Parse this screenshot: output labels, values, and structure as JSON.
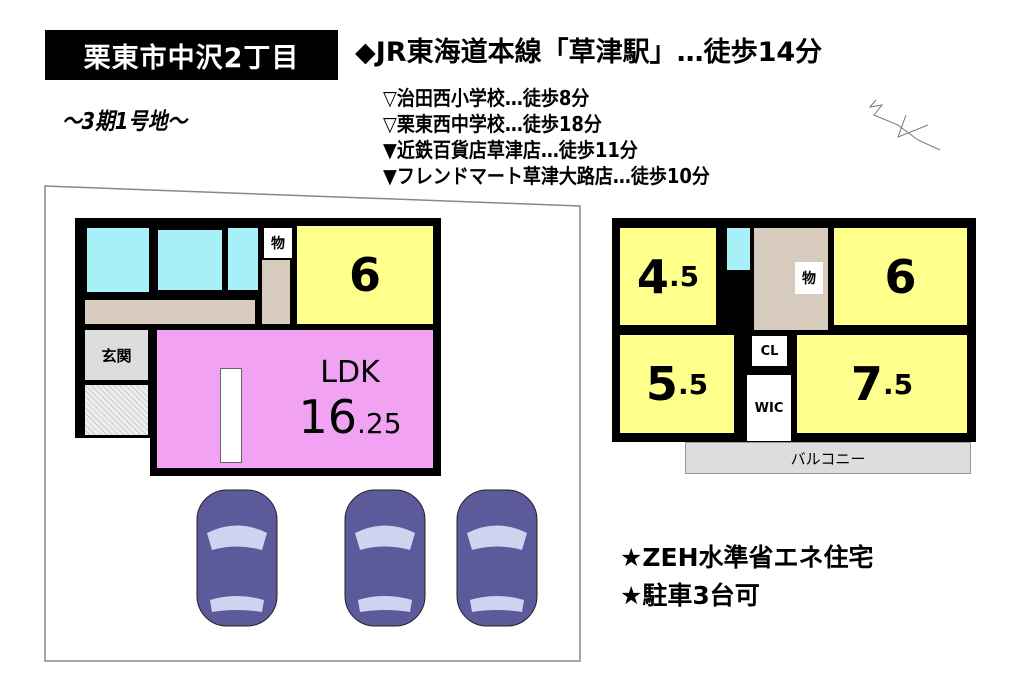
{
  "header": {
    "title": "栗東市中沢2丁目",
    "subtitle": "～3期1号地～",
    "station": "◆JR東海道本線「草津駅」…徒歩14分"
  },
  "nearby": [
    "▽治田西小学校…徒歩8分",
    "▽栗東西中学校…徒歩18分",
    "▼近鉄百貨店草津店…徒歩11分",
    "▼フレンドマート草津大路店…徒歩10分"
  ],
  "floor1": {
    "storage": "物",
    "room6": "6",
    "entrance": "玄関",
    "ldk_label": "LDK",
    "ldk_size_int": "16",
    "ldk_size_dec": ".25"
  },
  "floor2": {
    "r45_int": "4",
    "r45_dec": ".5",
    "storage": "物",
    "r6": "6",
    "r55_int": "5",
    "r55_dec": ".5",
    "cl": "CL",
    "wic": "WIC",
    "r75_int": "7",
    "r75_dec": ".5",
    "balcony": "バルコニー"
  },
  "features": [
    "★ZEH水準省エネ住宅",
    "★駐車3台可"
  ],
  "colors": {
    "yellow": "#ffff8c",
    "pink": "#f2a2f2",
    "blue": "#a8f0f8",
    "tan": "#d7cbbd",
    "car": "#5d5a9c"
  }
}
